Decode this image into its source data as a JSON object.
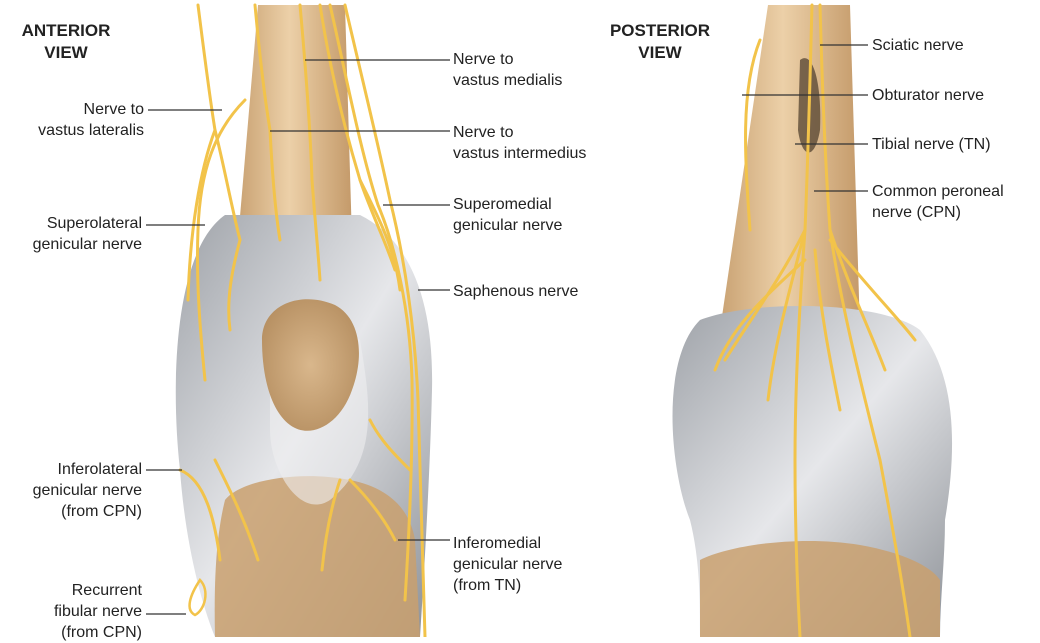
{
  "anterior": {
    "title": "ANTERIOR\nVIEW",
    "labels": {
      "nerve_to_vastus_lateralis": "Nerve to\nvastus lateralis",
      "superolateral_genicular": "Superolateral\ngenicular nerve",
      "inferolateral_genicular": "Inferolateral\ngenicular nerve\n(from CPN)",
      "recurrent_fibular": "Recurrent\nfibular nerve\n(from CPN)",
      "nerve_to_vastus_medialis": "Nerve to\nvastus medialis",
      "nerve_to_vastus_intermedius": "Nerve to\nvastus intermedius",
      "superomedial_genicular": "Superomedial\ngenicular nerve",
      "saphenous": "Saphenous nerve",
      "inferomedial_genicular": "Inferomedial\ngenicular nerve\n(from TN)"
    }
  },
  "posterior": {
    "title": "POSTERIOR\nVIEW",
    "labels": {
      "sciatic": "Sciatic nerve",
      "obturator": "Obturator nerve",
      "tibial": "Tibial nerve (TN)",
      "common_peroneal": "Common peroneal\nnerve (CPN)"
    }
  },
  "colors": {
    "nerve": "#f2c34a",
    "nerve_dark": "#c8962a",
    "bone": "#e8c49a",
    "ligament": "#d4d6da",
    "leader_line": "#333333"
  }
}
